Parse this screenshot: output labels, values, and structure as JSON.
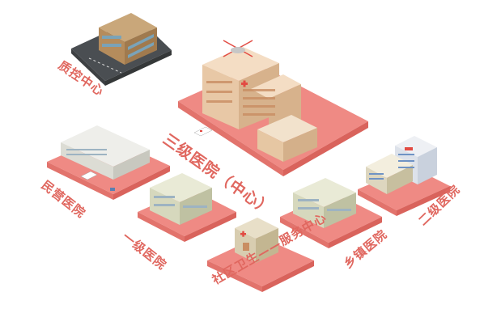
{
  "labels": {
    "qc_center": "质控中心",
    "tertiary_center": "三级医院（中心）",
    "private_hospital": "民营医院",
    "primary_hospital": "一级医院",
    "township_hospital": "乡镇医院",
    "secondary_hospital": "二级医院",
    "community_center": "社区卫生——服务中心"
  },
  "colors": {
    "platform": "#ef8a84",
    "platform_edge": "#d9635c",
    "label": "#e0675f",
    "building_light": "#f1ead8",
    "building_side": "#d9cdb0",
    "window": "#8fb0c8",
    "qc_roof": "#5b5f63"
  },
  "icons": [
    "helicopter-icon",
    "red-cross-icon",
    "ambulance-icon"
  ]
}
